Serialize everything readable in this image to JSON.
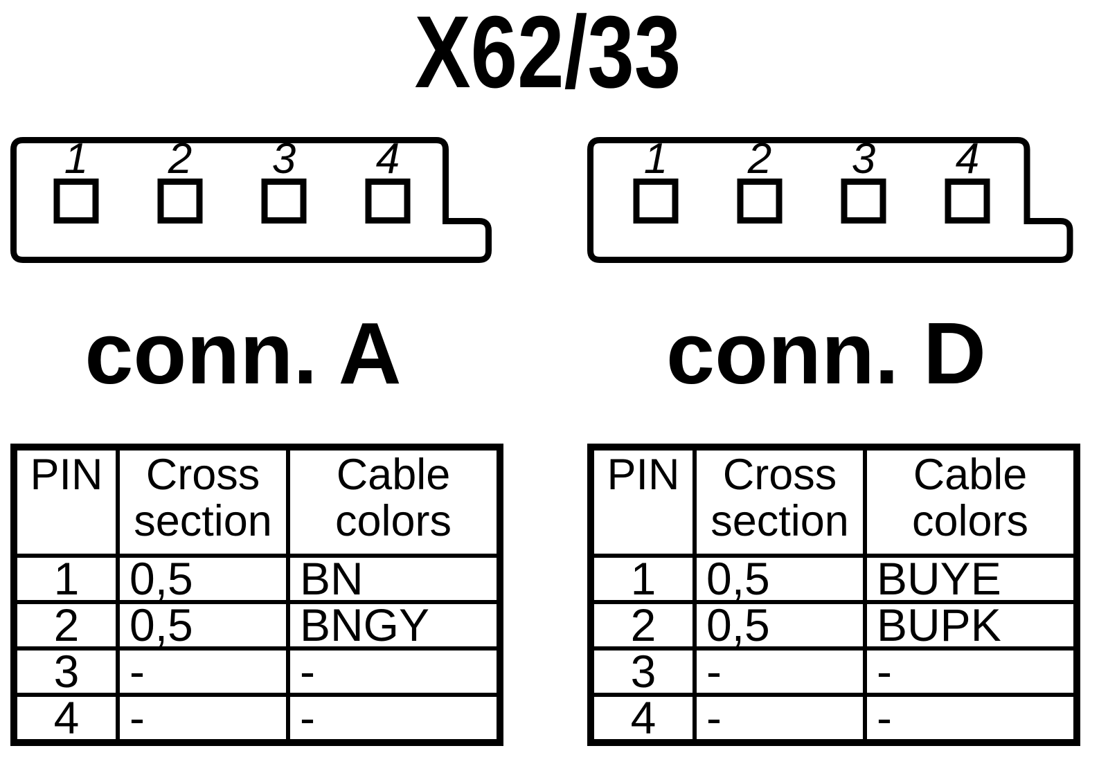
{
  "title": "X62/33",
  "colors": {
    "ink": "#000000",
    "background": "#ffffff"
  },
  "connectors": [
    {
      "label": "conn. A",
      "pins": [
        "1",
        "2",
        "3",
        "4"
      ],
      "table": {
        "headers": [
          "PIN",
          "Cross section",
          "Cable colors"
        ],
        "rows": [
          [
            "1",
            "0,5",
            "BN"
          ],
          [
            "2",
            "0,5",
            "BNGY"
          ],
          [
            "3",
            "-",
            "-"
          ],
          [
            "4",
            "-",
            "-"
          ]
        ]
      }
    },
    {
      "label": "conn. D",
      "pins": [
        "1",
        "2",
        "3",
        "4"
      ],
      "table": {
        "headers": [
          "PIN",
          "Cross section",
          "Cable colors"
        ],
        "rows": [
          [
            "1",
            "0,5",
            "BUYE"
          ],
          [
            "2",
            "0,5",
            "BUPK"
          ],
          [
            "3",
            "-",
            "-"
          ],
          [
            "4",
            "-",
            "-"
          ]
        ]
      }
    }
  ]
}
